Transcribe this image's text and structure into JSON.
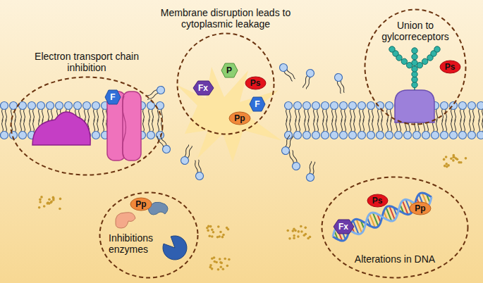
{
  "diagram": {
    "nodes": [
      {
        "text": [
          "Electron transport chain inhibition"
        ]
      },
      {
        "text": [
          "F"
        ],
        "in": 0
      },
      {
        "text": [
          "Membrane disruption leads to cytoplasmic leakage"
        ]
      },
      {
        "text": [
          "P"
        ],
        "in": 2
      },
      {
        "text": [
          "Fx"
        ],
        "in": 2
      },
      {
        "text": [
          "Ps"
        ],
        "in": 2
      },
      {
        "text": [
          "F"
        ],
        "in": 2
      },
      {
        "text": [
          "Pp"
        ],
        "in": 2
      },
      {
        "text": [
          "Union to gylcorreceptors"
        ]
      },
      {
        "text": [
          "Ps"
        ],
        "in": 8
      },
      {
        "text": [
          "Inhibitions enzymes"
        ]
      },
      {
        "text": [
          "Pp"
        ],
        "in": 10
      },
      {
        "text": [
          "Alterations in DNA"
        ]
      },
      {
        "text": [
          "Ps"
        ],
        "in": 12
      },
      {
        "text": [
          "Fx"
        ],
        "in": 12
      },
      {
        "text": [
          "Pp"
        ],
        "in": 12
      }
    ]
  }
}
